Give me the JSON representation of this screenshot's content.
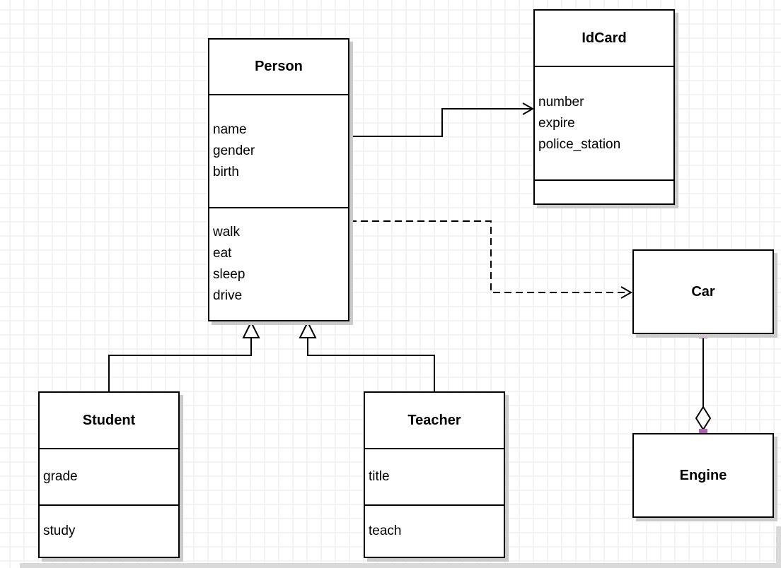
{
  "diagram_type": "uml-class-diagram",
  "colors": {
    "box_fill": "#ffffff",
    "box_border": "#000000",
    "shadow": "#cbcbcb",
    "grid_line": "#f3f3f3",
    "handle": "#b260b6"
  },
  "classes": {
    "person": {
      "name": "Person",
      "attributes": [
        "name",
        "gender",
        "birth"
      ],
      "methods": [
        "walk",
        "eat",
        "sleep",
        "drive"
      ]
    },
    "idcard": {
      "name": "IdCard",
      "attributes": [
        "number",
        "expire",
        "police_station"
      ],
      "methods": []
    },
    "car": {
      "name": "Car",
      "attributes": [],
      "methods": []
    },
    "engine": {
      "name": "Engine",
      "attributes": [],
      "methods": []
    },
    "student": {
      "name": "Student",
      "attributes": [
        "grade"
      ],
      "methods": [
        "study"
      ]
    },
    "teacher": {
      "name": "Teacher",
      "attributes": [
        "title"
      ],
      "methods": [
        "teach"
      ]
    }
  },
  "relationships": [
    {
      "type": "association",
      "from": "Person",
      "to": "IdCard",
      "line": "solid",
      "end": "open-arrow"
    },
    {
      "type": "dependency",
      "from": "Person",
      "to": "Car",
      "line": "dashed",
      "end": "open-arrow"
    },
    {
      "type": "generalization",
      "from": "Student",
      "to": "Person",
      "line": "solid",
      "end": "hollow-triangle"
    },
    {
      "type": "generalization",
      "from": "Teacher",
      "to": "Person",
      "line": "solid",
      "end": "hollow-triangle"
    },
    {
      "type": "aggregation",
      "from": "Car",
      "to": "Engine",
      "line": "solid",
      "end": "hollow-diamond",
      "selected": true
    }
  ]
}
